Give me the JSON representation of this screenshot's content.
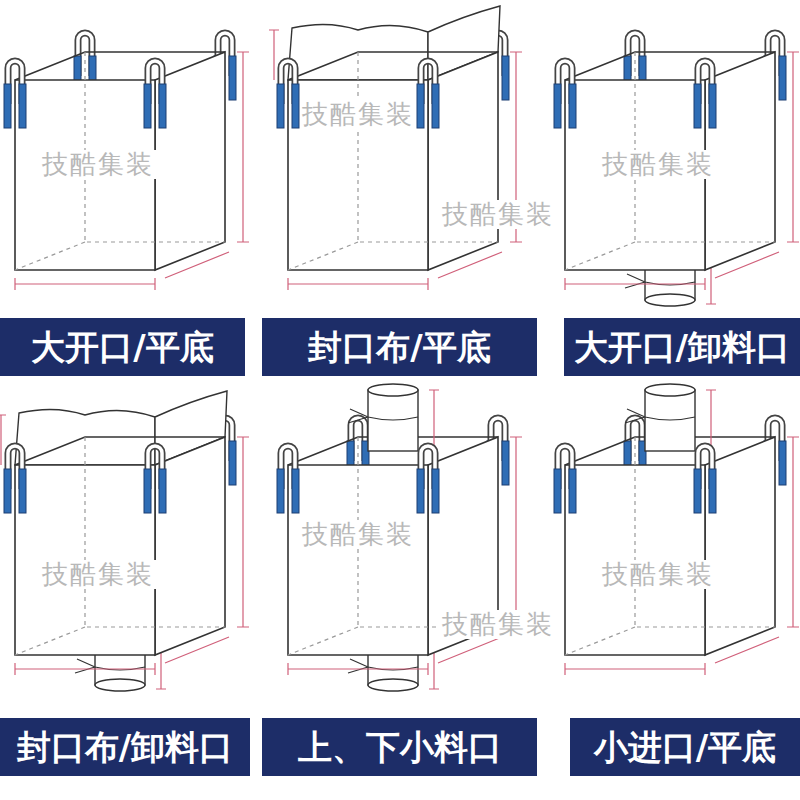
{
  "diagram": {
    "nodes": [
      {
        "text": [
          "大开口/平底"
        ]
      },
      {
        "text": [
          "封口布/平底"
        ]
      },
      {
        "text": [
          "大开口/卸料口"
        ]
      },
      {
        "text": [
          "封口布/卸料口"
        ]
      },
      {
        "text": [
          "上、下小料口"
        ]
      },
      {
        "text": [
          "小进口/平底"
        ]
      }
    ],
    "labels": [
      "技酷集装",
      "技酷集装",
      "技酷集装",
      "技酷集装",
      "技酷集装",
      "技酷集装",
      "技酷集装",
      "技酷集装"
    ]
  }
}
